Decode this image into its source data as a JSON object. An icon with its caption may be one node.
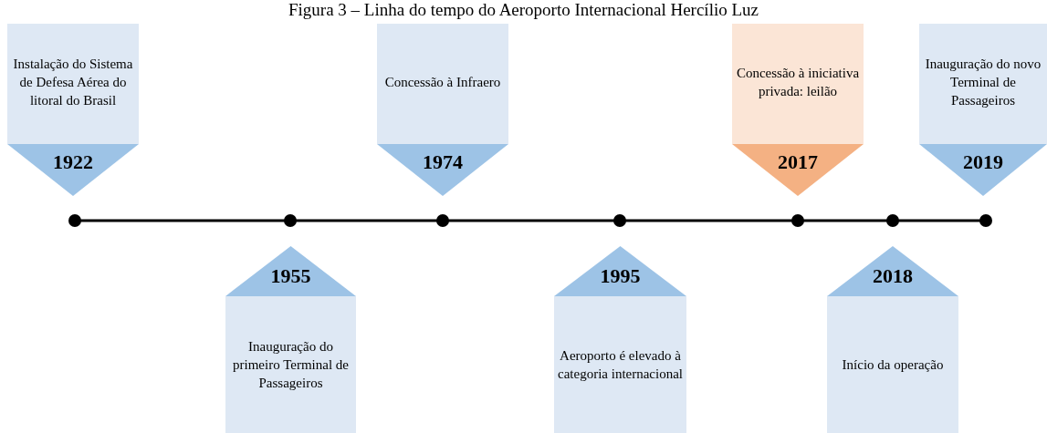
{
  "diagram": {
    "title": "Figura 3 – Linha do tempo do Aeroporto Internacional Hercílio Luz",
    "nodes": [
      {
        "text": [
          "Instalação do Sistema de Defesa Aérea do litoral do Brasil",
          "1922"
        ]
      },
      {
        "text": [
          "1955",
          "Inauguração do primeiro Terminal de Passageiros"
        ]
      },
      {
        "text": [
          "Concessão à Infraero",
          "1974"
        ]
      },
      {
        "text": [
          "1995",
          "Aeroporto é elevado à categoria internacional"
        ]
      },
      {
        "text": [
          "Concessão à iniciativa privada: leilão",
          "2017"
        ]
      },
      {
        "text": [
          "2018",
          "Início da operação"
        ]
      },
      {
        "text": [
          "Inauguração do novo Terminal de Passageiros",
          "2019"
        ]
      }
    ]
  }
}
